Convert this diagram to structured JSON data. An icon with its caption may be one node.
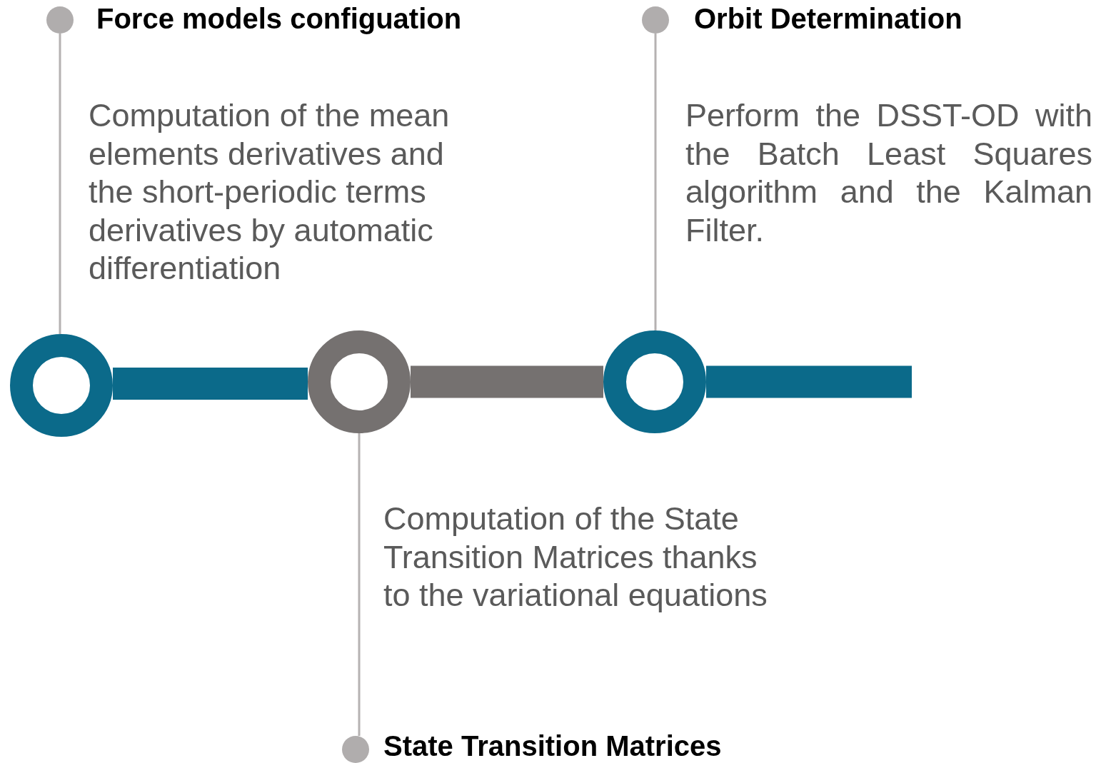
{
  "diagram": {
    "nodes": [
      {
        "text": [],
        "shape": "circle"
      },
      {
        "text": [],
        "shape": "circle"
      },
      {
        "text": [],
        "shape": "circle"
      },
      {
        "text": [],
        "shape": "circle"
      },
      {
        "text": [],
        "shape": "circle"
      },
      {
        "text": [],
        "shape": "circle"
      },
      {
        "text": [
          "Force models configuation",
          "Computation of the mean elements derivatives and the short-periodic terms derivatives by automatic differentiation"
        ]
      },
      {
        "text": [
          "Orbit Determination",
          "Perform the DSST-OD with the Batch Least Squares algorithm and the Kalman Filter."
        ]
      },
      {
        "text": [
          "Computation of the State Transition Matrices thanks to the variational equations",
          "State Transition Matrices"
        ]
      }
    ],
    "edges": [
      {
        "from": 0,
        "to": 1,
        "arrow": "none",
        "style": "thick",
        "color": "#0b6a8a"
      },
      {
        "from": 1,
        "to": 2,
        "arrow": "none",
        "style": "thick",
        "color": "#757170"
      },
      {
        "from": 2,
        "to": null,
        "arrow": "none",
        "style": "thick",
        "color": "#0b6a8a"
      },
      {
        "from": 3,
        "to": 0,
        "arrow": "none"
      },
      {
        "from": 4,
        "to": 2,
        "arrow": "none"
      },
      {
        "from": 1,
        "to": 5,
        "arrow": "none"
      }
    ]
  }
}
